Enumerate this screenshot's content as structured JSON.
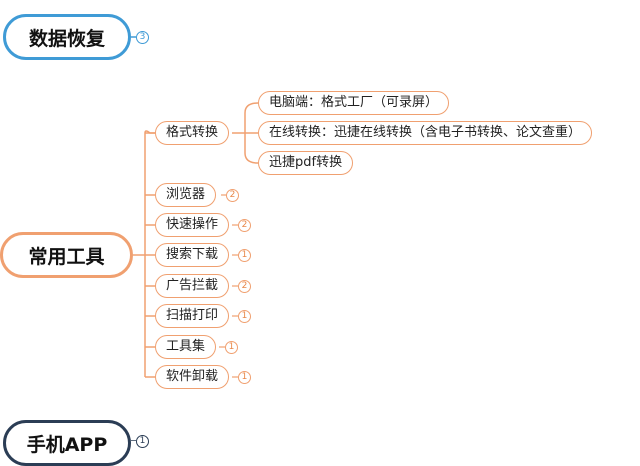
{
  "topics": {
    "data_recovery": {
      "label": "数据恢复",
      "count": "3"
    },
    "common_tools": {
      "label": "常用工具"
    },
    "mobile_app": {
      "label": "手机APP",
      "count": "1"
    }
  },
  "branches": {
    "format_convert": {
      "label": "格式转换"
    },
    "browser": {
      "label": "浏览器",
      "count": "2"
    },
    "quick_ops": {
      "label": "快速操作",
      "count": "2"
    },
    "search_download": {
      "label": "搜索下载",
      "count": "1"
    },
    "ad_block": {
      "label": "广告拦截",
      "count": "2"
    },
    "scan_print": {
      "label": "扫描打印",
      "count": "1"
    },
    "toolset": {
      "label": "工具集",
      "count": "1"
    },
    "uninstall": {
      "label": "软件卸载",
      "count": "1"
    }
  },
  "leaves": {
    "pc": {
      "label": "电脑端：格式工厂（可录屏）"
    },
    "online": {
      "label": "在线转换：迅捷在线转换（含电子书转换、论文查重）"
    },
    "xunjie_pdf": {
      "label": "迅捷pdf转换"
    }
  },
  "colors": {
    "blue": "#3f9bd6",
    "orange": "#f0a070",
    "navy": "#2b3d55"
  }
}
